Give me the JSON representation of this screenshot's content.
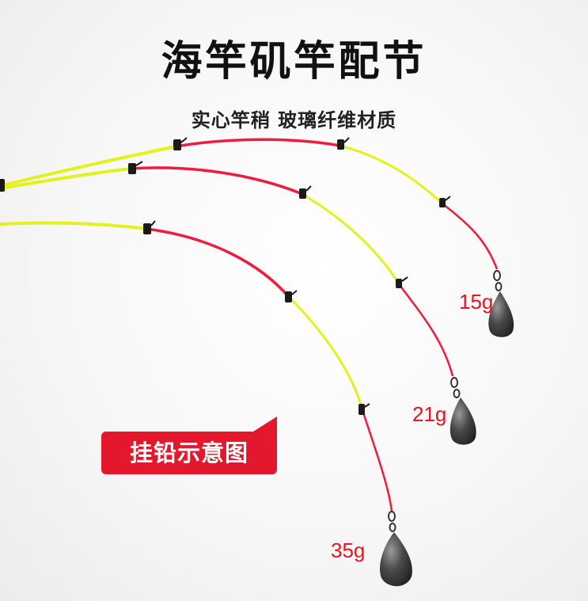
{
  "title": "海竿矶竿配节",
  "subtitle": "实心竿稍  玻璃纤维材质",
  "badge": {
    "label": "挂铅示意图"
  },
  "weights": [
    {
      "label": "15g"
    },
    {
      "label": "21g"
    },
    {
      "label": "35g"
    }
  ],
  "colors": {
    "rod_yellow": "#e3f21a",
    "rod_red": "#ef1c3c",
    "badge_red": "#e3182d",
    "weight_label": "#e8141e",
    "sinker": "#3b3b3b"
  },
  "icons": [
    "rod-guide-icon",
    "swivel-icon",
    "sinker-icon"
  ]
}
